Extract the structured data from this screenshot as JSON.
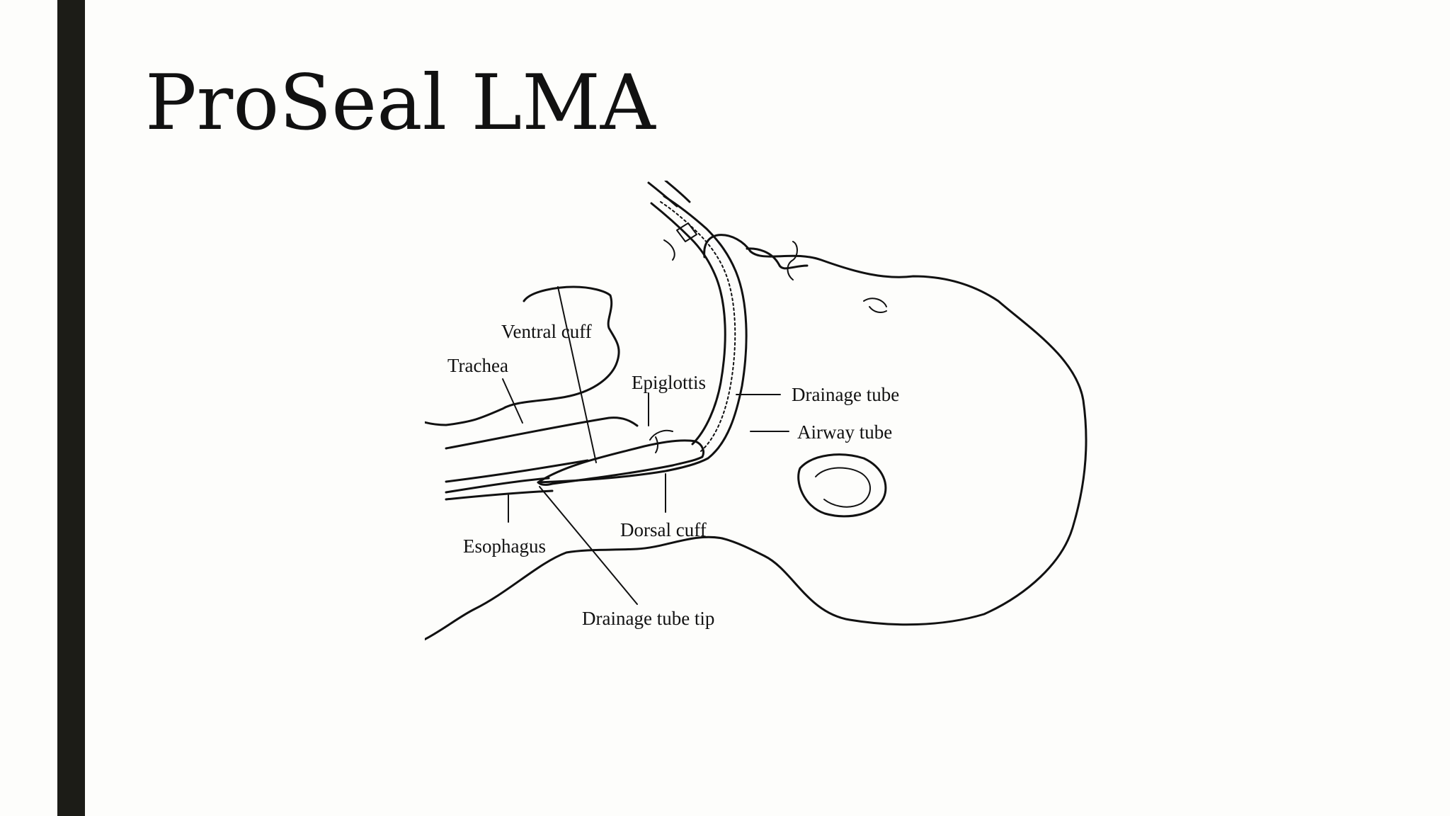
{
  "slide": {
    "title": "ProSeal LMA",
    "accent_color": "#1c1c17",
    "background_color": "#fdfdfb"
  },
  "diagram": {
    "labels": {
      "ventral_cuff": "Ventral cuff",
      "trachea": "Trachea",
      "epiglottis": "Epiglottis",
      "drainage_tube": "Drainage tube",
      "airway_tube": "Airway tube",
      "dorsal_cuff": "Dorsal cuff",
      "esophagus": "Esophagus",
      "drainage_tube_tip": "Drainage tube tip"
    }
  }
}
